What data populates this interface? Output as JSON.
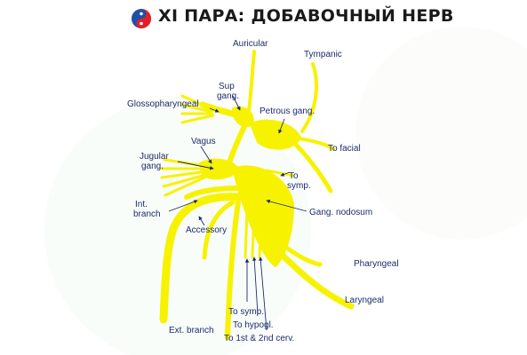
{
  "header": {
    "title": "XI ПАРА: ДОБАВОЧНЫЙ НЕРВ",
    "logo_icon": "yin-yang-logo-icon"
  },
  "colors": {
    "nerve": "#f7f200",
    "nerve_edge": "#c9c400",
    "label": "#1c2b6b",
    "pointer": "#1c2b6b",
    "logo_red": "#e41e26",
    "logo_blue": "#1f4fa8"
  },
  "labels": {
    "auricular": "Auricular",
    "tympanic": "Tympanic",
    "sup_gang_1": "Sup",
    "sup_gang_2": "gang.",
    "glossopharyngeal": "Glossopharyngeal",
    "petrous_gang": "Petrous gang.",
    "to_facial": "To facial",
    "vagus": "Vagus",
    "jugular_gang_1": "Jugular",
    "jugular_gang_2": "gang.",
    "to_symp_upper_1": "To",
    "to_symp_upper_2": "symp.",
    "int_branch_1": "Int.",
    "int_branch_2": "branch",
    "gang_nodosum": "Gang. nodosum",
    "accessory": "Accessory",
    "pharyngeal": "Pharyngeal",
    "laryngeal": "Laryngeal",
    "to_symp_lower": "To symp.",
    "to_hypogl": "To hypogl.",
    "ext_branch": "Ext. branch",
    "to_cerv": "To 1st & 2nd cerv."
  }
}
